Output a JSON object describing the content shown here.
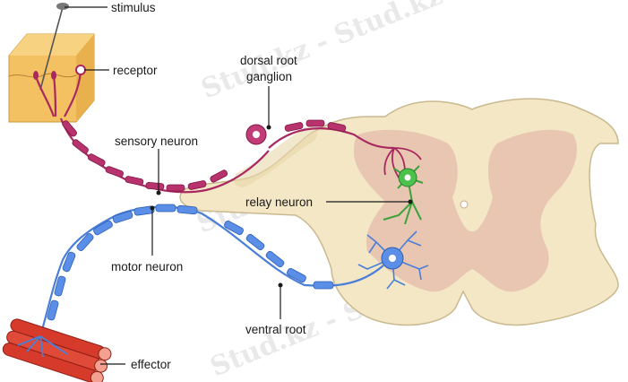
{
  "labels": {
    "stimulus": "stimulus",
    "receptor": "receptor",
    "dorsal_root_ganglion_line1": "dorsal root",
    "dorsal_root_ganglion_line2": "ganglion",
    "sensory_neuron": "sensory neuron",
    "relay_neuron": "relay neuron",
    "motor_neuron": "motor neuron",
    "ventral_root": "ventral root",
    "effector": "effector"
  },
  "watermark": "Stud.kz - Stud.kz",
  "colors": {
    "cord_outer": "#f4e7c6",
    "cord_stroke": "#c9b98f",
    "grey_matter": "#e6c0ad",
    "sensory": "#a8285f",
    "motor": "#4a7fd8",
    "relay": "#3aa33a",
    "skin": "#f3c062",
    "muscle": "#d63a2a"
  }
}
